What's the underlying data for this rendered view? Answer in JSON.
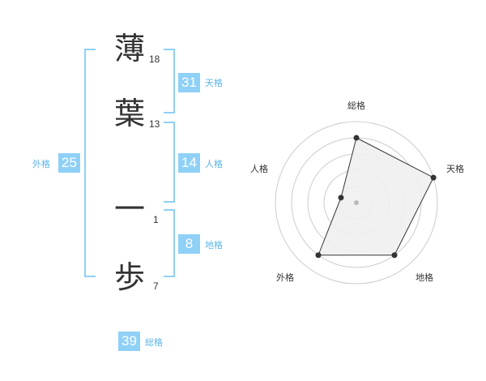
{
  "name": {
    "chars": [
      {
        "char": "薄",
        "strokes": "18"
      },
      {
        "char": "葉",
        "strokes": "13"
      },
      {
        "char": "一",
        "strokes": "1"
      },
      {
        "char": "歩",
        "strokes": "7"
      }
    ]
  },
  "kakusu": {
    "tenkaku": {
      "value": "31",
      "label": "天格"
    },
    "jinkaku": {
      "value": "14",
      "label": "人格"
    },
    "chikaku": {
      "value": "8",
      "label": "地格"
    },
    "gaikaku": {
      "value": "25",
      "label": "外格"
    },
    "soukaku": {
      "value": "39",
      "label": "総格"
    }
  },
  "colors": {
    "accent": "#8fd0f7",
    "accent_text": "#5bb5ea",
    "radar_fill": "#efefef",
    "radar_line": "#333333"
  },
  "chart_data": {
    "type": "radar",
    "axes": [
      "総格",
      "天格",
      "地格",
      "外格",
      "人格"
    ],
    "values": [
      4,
      5,
      4,
      4,
      1
    ],
    "rings": 5,
    "max": 5
  }
}
